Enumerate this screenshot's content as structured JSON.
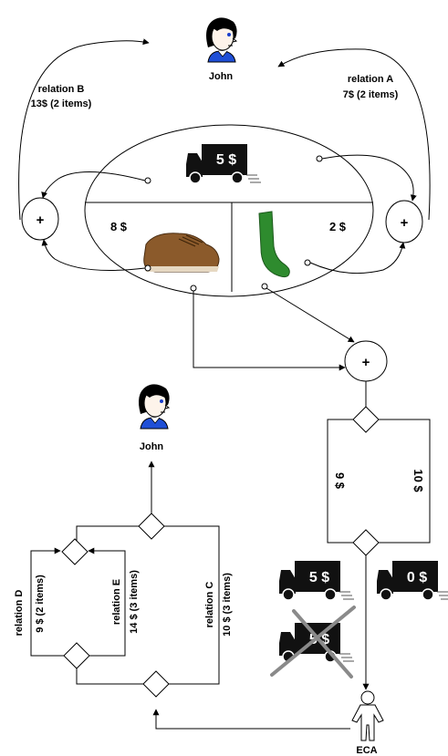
{
  "people": {
    "top_name": "John",
    "mid_name": "John",
    "agent_name": "ECA"
  },
  "relations": {
    "a_title": "relation A",
    "a_detail": "7$ (2 items)",
    "b_title": "relation B",
    "b_detail": "13$ (2 items)",
    "c_label": "relation C",
    "c_detail": "10 $ (3 items)",
    "d_label": "relation D",
    "d_detail": "9 $ (2 items)",
    "e_label": "relation E",
    "e_detail": "14 $ (3 items)"
  },
  "basket": {
    "shipping_price": "5 $",
    "shoe_price": "8 $",
    "sock_price": "2 $"
  },
  "operators": {
    "plus": "+"
  },
  "choice": {
    "left_value": "9 $",
    "right_value": "10 $"
  },
  "trucks": {
    "offer_1": "5 $",
    "offer_2": "0 $",
    "offer_3_crossed": "5 $"
  },
  "colors": {
    "face_skin": "#fdf3ea",
    "hair": "#000000",
    "eye": "#1a3fcc",
    "shirt": "#1f4fd6",
    "shoe_brown": "#8b5a2b",
    "sock_green": "#2e8b2e",
    "truck_body": "#111111",
    "cross_gray": "#8a8a8a"
  }
}
